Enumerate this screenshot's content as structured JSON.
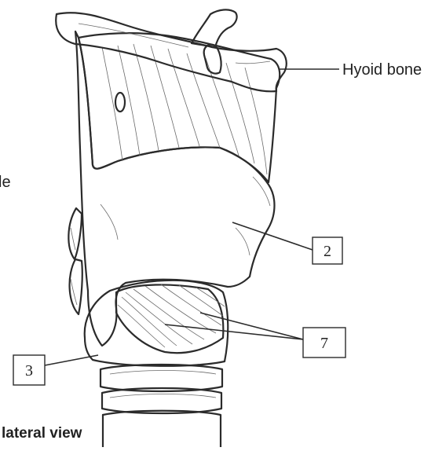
{
  "labels": {
    "hyoid": "Hyoid bone",
    "fragment_left": "le",
    "num_2": "2",
    "num_7": "7",
    "num_3": "3"
  },
  "caption": "lateral view"
}
